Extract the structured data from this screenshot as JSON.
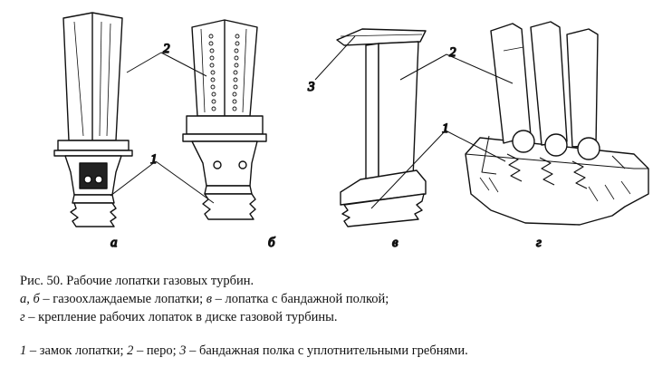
{
  "figure": {
    "panels": [
      {
        "letter": "а"
      },
      {
        "letter": "б"
      },
      {
        "letter": "в"
      },
      {
        "letter": "г"
      }
    ],
    "callouts": [
      "1",
      "2",
      "3"
    ]
  },
  "caption": {
    "title": "Рис. 50. Рабочие лопатки газовых турбин.",
    "line2": {
      "k1": "а, б",
      "t1": " – газоохлаждаемые лопатки;   ",
      "k2": "в",
      "t2": " – лопатка с бандажной полкой;"
    },
    "line3": {
      "k1": "г",
      "t1": " – крепление рабочих лопаток в диске газовой турбины."
    },
    "legend": {
      "k1": "1",
      "t1": " – замок лопатки;   ",
      "k2": "2",
      "t2": " – перо;   ",
      "k3": "3",
      "t3": " – бандажная полка с уплотнительными гребнями."
    }
  }
}
